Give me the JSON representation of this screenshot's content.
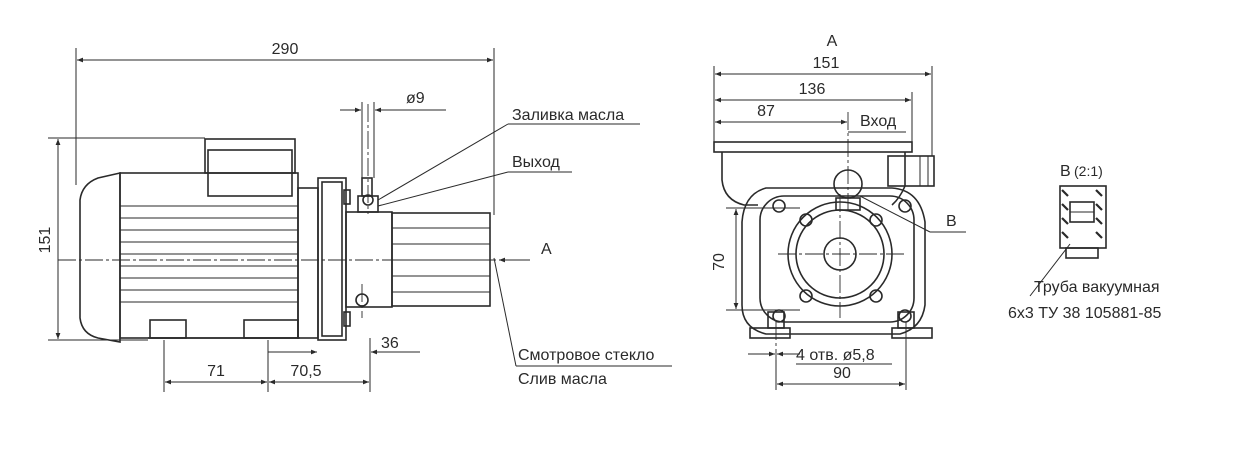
{
  "colors": {
    "line": "#2a2a2a",
    "background": "#ffffff"
  },
  "side_view": {
    "dim_total_length": "290",
    "dim_height": "151",
    "dim_port": "ø9",
    "dim_foot_spacing": "71",
    "dim_foot_to_flange": "70,5",
    "dim_flange": "36",
    "label_oil_fill": "Заливка масла",
    "label_outlet": "Выход",
    "label_sight_glass": "Смотровое стекло",
    "label_oil_drain": "Слив масла",
    "view_arrow": "А"
  },
  "front_view": {
    "view_title": "А",
    "dim_width": "151",
    "dim_136": "136",
    "dim_87": "87",
    "dim_height": "70",
    "dim_holes": "4 отв. ø5,8",
    "dim_hole_spacing": "90",
    "label_inlet": "Вход",
    "detail_ref": "В"
  },
  "detail": {
    "title": "В",
    "scale": "(2:1)",
    "label_line1": "Труба вакуумная",
    "label_line2": "6х3 ТУ 38 105881-85"
  }
}
